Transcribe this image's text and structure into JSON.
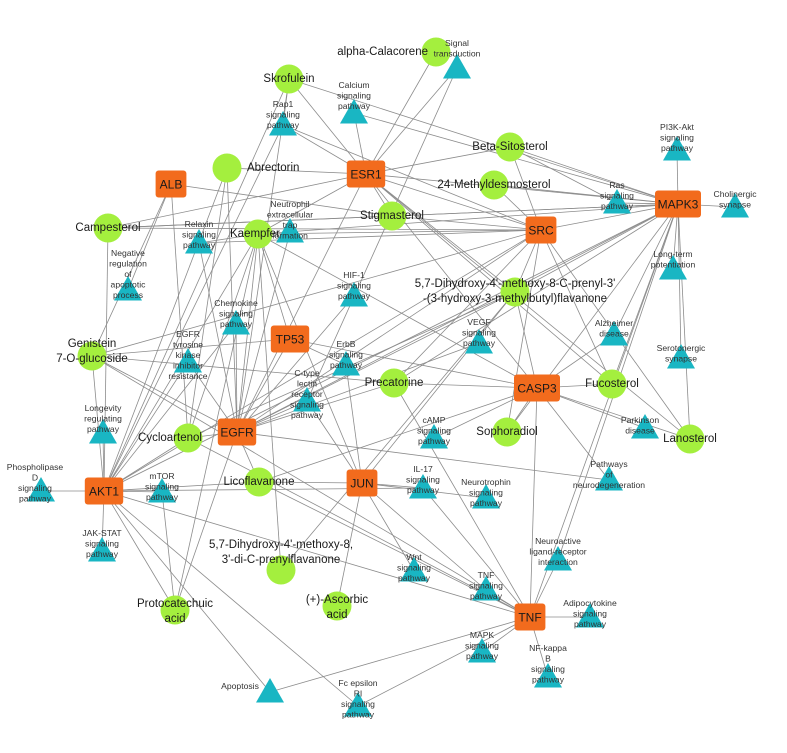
{
  "colors": {
    "gene": "#f26b1d",
    "compound": "#a4ef3e",
    "pathway": "#19b6c3",
    "edge": "#8c8c8c"
  },
  "nodes": [
    {
      "id": "ESR1",
      "type": "gene",
      "lines": [
        "ESR1"
      ]
    },
    {
      "id": "SRC",
      "type": "gene",
      "lines": [
        "SRC"
      ]
    },
    {
      "id": "MAPK3",
      "type": "gene",
      "lines": [
        "MAPK3"
      ]
    },
    {
      "id": "ALB",
      "type": "gene",
      "lines": [
        "ALB"
      ]
    },
    {
      "id": "TP53",
      "type": "gene",
      "lines": [
        "TP53"
      ]
    },
    {
      "id": "CASP3",
      "type": "gene",
      "lines": [
        "CASP3"
      ]
    },
    {
      "id": "EGFR",
      "type": "gene",
      "lines": [
        "EGFR"
      ]
    },
    {
      "id": "AKT1",
      "type": "gene",
      "lines": [
        "AKT1"
      ]
    },
    {
      "id": "JUN",
      "type": "gene",
      "lines": [
        "JUN"
      ]
    },
    {
      "id": "TNF",
      "type": "gene",
      "lines": [
        "TNF"
      ]
    },
    {
      "id": "alpha-Calacorene",
      "type": "compound",
      "lines": [
        "alpha-Calacorene"
      ]
    },
    {
      "id": "Skrofulein",
      "type": "compound",
      "lines": [
        "Skrofulein"
      ]
    },
    {
      "id": "Abrectorin",
      "type": "compound",
      "lines": [
        "Abrectorin"
      ]
    },
    {
      "id": "Beta-Sitosterol",
      "type": "compound",
      "lines": [
        "Beta-Sitosterol"
      ]
    },
    {
      "id": "24-Methyldesmosterol",
      "type": "compound",
      "lines": [
        "24-Methyldesmosterol"
      ]
    },
    {
      "id": "Stigmasterol",
      "type": "compound",
      "lines": [
        "Stigmasterol"
      ]
    },
    {
      "id": "Campesterol",
      "type": "compound",
      "lines": [
        "Campesterol"
      ]
    },
    {
      "id": "Kaempferol",
      "type": "compound",
      "lines": [
        "Kaempfer"
      ]
    },
    {
      "id": "Dihydroxy-prenyl-flavanone",
      "type": "compound",
      "lines": [
        "5,7-Dihydroxy-4'-methoxy-8-C-prenyl-3'",
        "-(3-hydroxy-3-methylbutyl)flavanone"
      ]
    },
    {
      "id": "Genistein",
      "type": "compound",
      "lines": [
        "Genistein",
        "7-O-glucoside"
      ]
    },
    {
      "id": "Precatorine",
      "type": "compound",
      "lines": [
        "Precatorine"
      ]
    },
    {
      "id": "Fucosterol",
      "type": "compound",
      "lines": [
        "Fucosterol"
      ]
    },
    {
      "id": "Sophoradiol",
      "type": "compound",
      "lines": [
        "Sophoradiol"
      ]
    },
    {
      "id": "Lanosterol",
      "type": "compound",
      "lines": [
        "Lanosterol"
      ]
    },
    {
      "id": "Cycloartenol",
      "type": "compound",
      "lines": [
        "Cycloartenol"
      ]
    },
    {
      "id": "Licoflavanone",
      "type": "compound",
      "lines": [
        "Licoflavanone"
      ]
    },
    {
      "id": "Diprenylflavanone",
      "type": "compound",
      "lines": [
        "5,7-Dihydroxy-4'-methoxy-8,",
        "3'-di-C-prenylflavanone"
      ]
    },
    {
      "id": "Protocatechuic",
      "type": "compound",
      "lines": [
        "Protocatechuic",
        "acid"
      ]
    },
    {
      "id": "Ascorbic",
      "type": "compound",
      "lines": [
        "(+)-Ascorbic",
        "acid"
      ]
    },
    {
      "id": "Signal",
      "type": "pathway",
      "lines": [
        "Signal",
        "transduction"
      ]
    },
    {
      "id": "Calcium",
      "type": "pathway",
      "lines": [
        "Calcium",
        "signaling",
        "pathway"
      ]
    },
    {
      "id": "Rap1",
      "type": "pathway",
      "lines": [
        "Rap1",
        "signaling",
        "pathway"
      ]
    },
    {
      "id": "PI3K",
      "type": "pathway",
      "lines": [
        "PI3K-Akt",
        "signaling",
        "pathway"
      ]
    },
    {
      "id": "Cholinergic",
      "type": "pathway",
      "lines": [
        "Cholinergic",
        "synapse"
      ]
    },
    {
      "id": "Ras",
      "type": "pathway",
      "lines": [
        "Ras",
        "signaling",
        "pathway"
      ]
    },
    {
      "id": "Neutrophil",
      "type": "pathway",
      "lines": [
        "Neutrophil",
        "extracellular",
        "trap",
        "formation"
      ]
    },
    {
      "id": "Relaxin",
      "type": "pathway",
      "lines": [
        "Relaxin",
        "signaling",
        "pathway"
      ]
    },
    {
      "id": "NegReg",
      "type": "pathway",
      "lines": [
        "Negative",
        "regulation",
        "of",
        "apoptotic",
        "process"
      ]
    },
    {
      "id": "LTP",
      "type": "pathway",
      "lines": [
        "Long-term",
        "potentiation"
      ]
    },
    {
      "id": "HIF1",
      "type": "pathway",
      "lines": [
        "HIF-1",
        "signaling",
        "pathway"
      ]
    },
    {
      "id": "Chemokine",
      "type": "pathway",
      "lines": [
        "Chemokine",
        "signaling",
        "pathway"
      ]
    },
    {
      "id": "Alzheimer",
      "type": "pathway",
      "lines": [
        "Alzheimer",
        "disease"
      ]
    },
    {
      "id": "VEGF",
      "type": "pathway",
      "lines": [
        "VEGF",
        "signaling",
        "pathway"
      ]
    },
    {
      "id": "EGFRtki",
      "type": "pathway",
      "lines": [
        "EGFR",
        "tyrosine",
        "kinase",
        "inhibitor",
        "resistance"
      ]
    },
    {
      "id": "ErbB",
      "type": "pathway",
      "lines": [
        "ErbB",
        "signaling",
        "pathway"
      ]
    },
    {
      "id": "Serotonergic",
      "type": "pathway",
      "lines": [
        "Serotonergic",
        "synapse"
      ]
    },
    {
      "id": "CTLR",
      "type": "pathway",
      "lines": [
        "C-type",
        "lectin",
        "receptor",
        "signaling",
        "pathway"
      ]
    },
    {
      "id": "Longevity",
      "type": "pathway",
      "lines": [
        "Longevity",
        "regulating",
        "pathway"
      ]
    },
    {
      "id": "cAMP",
      "type": "pathway",
      "lines": [
        "cAMP",
        "signaling",
        "pathway"
      ]
    },
    {
      "id": "Parkinson",
      "type": "pathway",
      "lines": [
        "Parkinson",
        "disease"
      ]
    },
    {
      "id": "PLD",
      "type": "pathway",
      "lines": [
        "Phospholipase",
        "D",
        "signaling",
        "pathway"
      ]
    },
    {
      "id": "mTOR",
      "type": "pathway",
      "lines": [
        "mTOR",
        "signaling",
        "pathway"
      ]
    },
    {
      "id": "IL17",
      "type": "pathway",
      "lines": [
        "IL-17",
        "signaling",
        "pathway"
      ]
    },
    {
      "id": "Neurotrophin",
      "type": "pathway",
      "lines": [
        "Neurotrophin",
        "signaling",
        "pathway"
      ]
    },
    {
      "id": "Neurodegen",
      "type": "pathway",
      "lines": [
        "Pathways",
        "of",
        "neurodegeneration"
      ]
    },
    {
      "id": "JAKSTAT",
      "type": "pathway",
      "lines": [
        "JAK-STAT",
        "signaling",
        "pathway"
      ]
    },
    {
      "id": "Neuroactive",
      "type": "pathway",
      "lines": [
        "Neuroactive",
        "ligand-receptor",
        "interaction"
      ]
    },
    {
      "id": "Wnt",
      "type": "pathway",
      "lines": [
        "Wnt",
        "signaling",
        "pathway"
      ]
    },
    {
      "id": "TNFsig",
      "type": "pathway",
      "lines": [
        "TNF",
        "signaling",
        "pathway"
      ]
    },
    {
      "id": "Adipocytokine",
      "type": "pathway",
      "lines": [
        "Adipocytokine",
        "signaling",
        "pathway"
      ]
    },
    {
      "id": "MAPKsig",
      "type": "pathway",
      "lines": [
        "MAPK",
        "signaling",
        "pathway"
      ]
    },
    {
      "id": "NFkB",
      "type": "pathway",
      "lines": [
        "NF-kappa",
        "B",
        "signaling",
        "pathway"
      ]
    },
    {
      "id": "Apoptosis",
      "type": "pathway",
      "lines": [
        "Apoptosis"
      ]
    },
    {
      "id": "FcEpsilon",
      "type": "pathway",
      "lines": [
        "Fc epsilon",
        "RI",
        "signaling",
        "pathway"
      ]
    }
  ],
  "edges": [
    [
      "ESR1",
      "alpha-Calacorene"
    ],
    [
      "ESR1",
      "Signal"
    ],
    [
      "ESR1",
      "Calcium"
    ],
    [
      "ESR1",
      "Skrofulein"
    ],
    [
      "ESR1",
      "Abrectorin"
    ],
    [
      "ESR1",
      "Beta-Sitosterol"
    ],
    [
      "ESR1",
      "Stigmasterol"
    ],
    [
      "ESR1",
      "Campesterol"
    ],
    [
      "ESR1",
      "Kaempferol"
    ],
    [
      "ESR1",
      "SRC"
    ],
    [
      "ESR1",
      "MAPK3"
    ],
    [
      "ESR1",
      "Dihydroxy-prenyl-flavanone"
    ],
    [
      "ESR1",
      "Fucosterol"
    ],
    [
      "ESR1",
      "Lanosterol"
    ],
    [
      "ESR1",
      "EGFR"
    ],
    [
      "ESR1",
      "Rap1"
    ],
    [
      "ESR1",
      "CASP3"
    ],
    [
      "SRC",
      "Beta-Sitosterol"
    ],
    [
      "SRC",
      "24-Methyldesmosterol"
    ],
    [
      "SRC",
      "Stigmasterol"
    ],
    [
      "SRC",
      "MAPK3"
    ],
    [
      "SRC",
      "Kaempferol"
    ],
    [
      "SRC",
      "Dihydroxy-prenyl-flavanone"
    ],
    [
      "SRC",
      "Genistein"
    ],
    [
      "SRC",
      "EGFR"
    ],
    [
      "SRC",
      "Fucosterol"
    ],
    [
      "SRC",
      "Lanosterol"
    ],
    [
      "SRC",
      "Campesterol"
    ],
    [
      "SRC",
      "Relaxin"
    ],
    [
      "SRC",
      "AKT1"
    ],
    [
      "SRC",
      "Sophoradiol"
    ],
    [
      "SRC",
      "Rap1"
    ],
    [
      "SRC",
      "Precatorine"
    ],
    [
      "MAPK3",
      "PI3K"
    ],
    [
      "MAPK3",
      "Cholinergic"
    ],
    [
      "MAPK3",
      "Ras"
    ],
    [
      "MAPK3",
      "Stigmasterol"
    ],
    [
      "MAPK3",
      "24-Methyldesmosterol"
    ],
    [
      "MAPK3",
      "Kaempferol"
    ],
    [
      "MAPK3",
      "Campesterol"
    ],
    [
      "MAPK3",
      "Beta-Sitosterol"
    ],
    [
      "MAPK3",
      "LTP"
    ],
    [
      "MAPK3",
      "Serotonergic"
    ],
    [
      "MAPK3",
      "Neuroactive"
    ],
    [
      "MAPK3",
      "Dihydroxy-prenyl-flavanone"
    ],
    [
      "MAPK3",
      "Fucosterol"
    ],
    [
      "MAPK3",
      "Lanosterol"
    ],
    [
      "MAPK3",
      "Precatorine"
    ],
    [
      "MAPK3",
      "Sophoradiol"
    ],
    [
      "MAPK3",
      "Skrofulein"
    ],
    [
      "MAPK3",
      "Calcium"
    ],
    [
      "MAPK3",
      "Alzheimer"
    ],
    [
      "MAPK3",
      "EGFR"
    ],
    [
      "MAPK3",
      "AKT1"
    ],
    [
      "ALB",
      "NegReg"
    ],
    [
      "ALB",
      "Stigmasterol"
    ],
    [
      "ALB",
      "Genistein"
    ],
    [
      "ALB",
      "Cycloartenol"
    ],
    [
      "TP53",
      "ErbB"
    ],
    [
      "TP53",
      "CASP3"
    ],
    [
      "TP53",
      "Genistein"
    ],
    [
      "TP53",
      "Kaempferol"
    ],
    [
      "TP53",
      "EGFR"
    ],
    [
      "CASP3",
      "Precatorine"
    ],
    [
      "CASP3",
      "Parkinson"
    ],
    [
      "CASP3",
      "Lanosterol"
    ],
    [
      "CASP3",
      "Neurodegen"
    ],
    [
      "CASP3",
      "Fucosterol"
    ],
    [
      "CASP3",
      "Sophoradiol"
    ],
    [
      "CASP3",
      "Dihydroxy-prenyl-flavanone"
    ],
    [
      "CASP3",
      "Alzheimer"
    ],
    [
      "CASP3",
      "Kaempferol"
    ],
    [
      "CASP3",
      "Licoflavanone"
    ],
    [
      "CASP3",
      "TNF"
    ],
    [
      "CASP3",
      "cAMP"
    ],
    [
      "EGFR",
      "Kaempferol"
    ],
    [
      "EGFR",
      "Abrectorin"
    ],
    [
      "EGFR",
      "Genistein"
    ],
    [
      "EGFR",
      "Cycloartenol"
    ],
    [
      "EGFR",
      "EGFRtki"
    ],
    [
      "EGFR",
      "Chemokine"
    ],
    [
      "EGFR",
      "Relaxin"
    ],
    [
      "EGFR",
      "Skrofulein"
    ],
    [
      "EGFR",
      "CTLR"
    ],
    [
      "EGFR",
      "Dihydroxy-prenyl-flavanone"
    ],
    [
      "EGFR",
      "HIF1"
    ],
    [
      "EGFR",
      "Neutrophil"
    ],
    [
      "EGFR",
      "Precatorine"
    ],
    [
      "EGFR",
      "VEGF"
    ],
    [
      "EGFR",
      "Licoflavanone"
    ],
    [
      "EGFR",
      "Neurodegen"
    ],
    [
      "AKT1",
      "PLD"
    ],
    [
      "AKT1",
      "mTOR"
    ],
    [
      "AKT1",
      "JAKSTAT"
    ],
    [
      "AKT1",
      "Longevity"
    ],
    [
      "AKT1",
      "Genistein"
    ],
    [
      "AKT1",
      "Kaempferol"
    ],
    [
      "AKT1",
      "Abrectorin"
    ],
    [
      "AKT1",
      "Campesterol"
    ],
    [
      "AKT1",
      "Licoflavanone"
    ],
    [
      "AKT1",
      "Cycloartenol"
    ],
    [
      "AKT1",
      "Apoptosis"
    ],
    [
      "AKT1",
      "FcEpsilon"
    ],
    [
      "AKT1",
      "TNF"
    ],
    [
      "AKT1",
      "IL17"
    ],
    [
      "AKT1",
      "Skrofulein"
    ],
    [
      "AKT1",
      "Rap1"
    ],
    [
      "AKT1",
      "Chemokine"
    ],
    [
      "AKT1",
      "EGFRtki"
    ],
    [
      "JUN",
      "Wnt"
    ],
    [
      "JUN",
      "Ascorbic"
    ],
    [
      "JUN",
      "IL17"
    ],
    [
      "JUN",
      "Licoflavanone"
    ],
    [
      "JUN",
      "TNFsig"
    ],
    [
      "JUN",
      "Dihydroxy-prenyl-flavanone"
    ],
    [
      "JUN",
      "CTLR"
    ],
    [
      "JUN",
      "Kaempferol"
    ],
    [
      "JUN",
      "ErbB"
    ],
    [
      "JUN",
      "Neurotrophin"
    ],
    [
      "TNF",
      "Neuroactive"
    ],
    [
      "TNF",
      "Adipocytokine"
    ],
    [
      "TNF",
      "MAPKsig"
    ],
    [
      "TNF",
      "NFkB"
    ],
    [
      "TNF",
      "TNFsig"
    ],
    [
      "TNF",
      "FcEpsilon"
    ],
    [
      "TNF",
      "Apoptosis"
    ],
    [
      "TNF",
      "Precatorine"
    ],
    [
      "TNF",
      "Genistein"
    ],
    [
      "TNF",
      "IL17"
    ],
    [
      "TNF",
      "Licoflavanone"
    ],
    [
      "TNF",
      "Cycloartenol"
    ],
    [
      "TNF",
      "MAPK3"
    ],
    [
      "Protocatechuic",
      "EGFR"
    ],
    [
      "Protocatechuic",
      "AKT1"
    ],
    [
      "Protocatechuic",
      "mTOR"
    ],
    [
      "Protocatechuic",
      "Kaempferol"
    ],
    [
      "Diprenylflavanone",
      "Kaempferol"
    ],
    [
      "Diprenylflavanone",
      "Dihydroxy-prenyl-flavanone"
    ],
    [
      "Cycloartenol",
      "Kaempferol"
    ],
    [
      "Cycloartenol",
      "Dihydroxy-prenyl-flavanone"
    ],
    [
      "Genistein",
      "Precatorine"
    ],
    [
      "Kaempferol",
      "Relaxin"
    ],
    [
      "Abrectorin",
      "Cycloartenol"
    ],
    [
      "Skrofulein",
      "Rap1"
    ],
    [
      "Campesterol",
      "Stigmasterol"
    ],
    [
      "Signal",
      "CTLR"
    ],
    [
      "Beta-Sitosterol",
      "Ras"
    ]
  ]
}
